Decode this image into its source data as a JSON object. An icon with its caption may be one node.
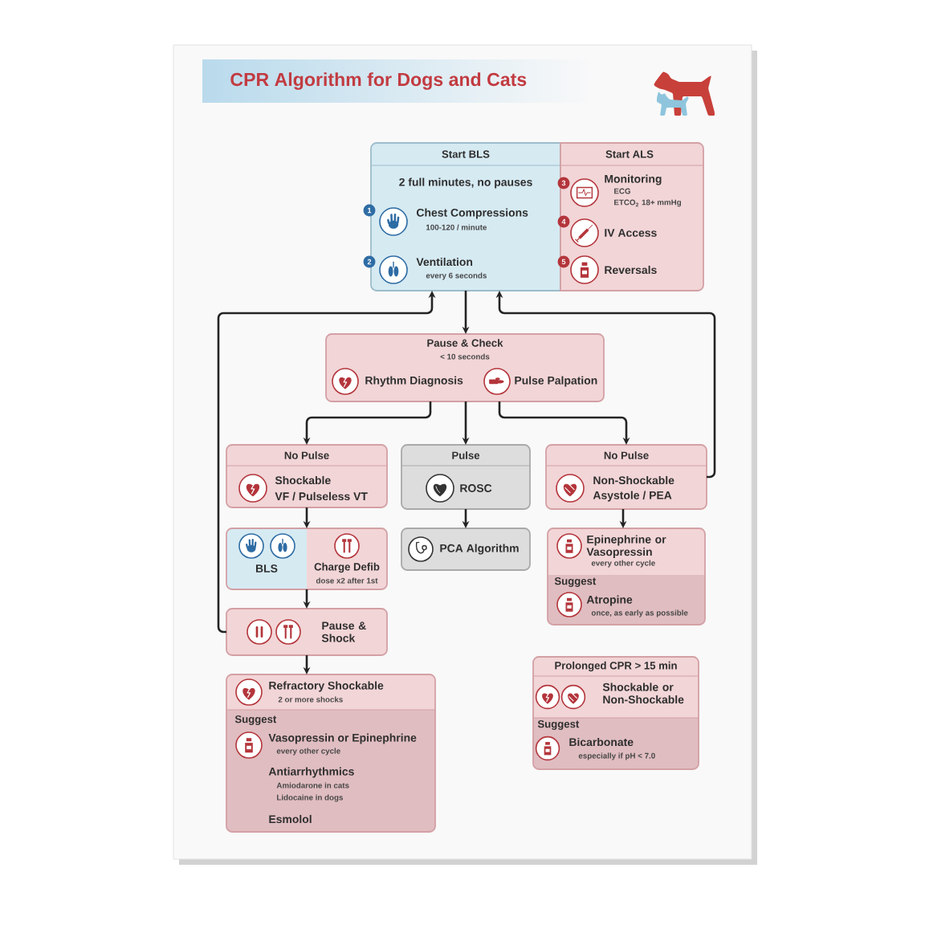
{
  "diagram": {
    "title": "CPR Algorithm for Dogs and Cats",
    "nodes": [
      {
        "text": [
          "Start BLS",
          "2 full minutes, no pauses",
          "Chest Compressions",
          "100-120 / minute",
          "Ventilation",
          "every 6 seconds"
        ],
        "beside": [
          "1",
          "2"
        ]
      },
      {
        "text": [
          "Start ALS",
          "3",
          "Monitoring",
          "ECG",
          "ETCO$_{2}$ 18+ mmHg",
          "4",
          "IV Access",
          "5",
          "Reversals"
        ]
      },
      {
        "text": [
          "Pause & Check",
          "< 10 seconds",
          "Rhythm Diagnosis",
          "Pulse Palpation"
        ]
      },
      {
        "text": [
          "No Pulse",
          "Shockable",
          "VF / Pulseless VT"
        ]
      },
      {
        "text": [
          "Pulse",
          "ROSC"
        ]
      },
      {
        "text": [
          "No Pulse",
          "Non-Shockable",
          "Asystole / PEA"
        ]
      },
      {
        "text": [
          "BLS",
          "Charge Defib",
          "dose x2 after 1st"
        ]
      },
      {
        "text": [
          "PCA Algorithm"
        ]
      },
      {
        "text": [
          "Epinephrine or Vasopressin",
          "every other cycle",
          "Suggest",
          "Atropine",
          "once, as early as possible"
        ]
      },
      {
        "text": [
          "Pause & Shock"
        ]
      },
      {
        "text": [
          "Refractory Shockable",
          "2 or more shocks",
          "Suggest",
          "Vasopressin or Epinephrine",
          "every other cycle",
          "Antiarrhythmics",
          "Amiodarone in cats",
          "Lidocaine in dogs",
          "Esmolol"
        ]
      },
      {
        "text": [
          "Prolonged CPR > 15 min",
          "Shockable or Non-Shockable",
          "Suggest",
          "Bicarbonate",
          "especially if pH < 7.0"
        ]
      }
    ],
    "edges": [
      {
        "from": 0,
        "to": 2,
        "arrow": "to"
      },
      {
        "from": 2,
        "to": 3,
        "arrow": "to"
      },
      {
        "from": 2,
        "to": 4,
        "arrow": "to"
      },
      {
        "from": 2,
        "to": 5,
        "arrow": "to"
      },
      {
        "from": 3,
        "to": 6,
        "arrow": "to"
      },
      {
        "from": 6,
        "to": 9,
        "arrow": "to"
      },
      {
        "from": 9,
        "to": 0,
        "arrow": "to"
      },
      {
        "from": 4,
        "to": 7,
        "arrow": "to"
      },
      {
        "from": 5,
        "to": 8,
        "arrow": "to"
      },
      {
        "from": 5,
        "to": 0,
        "arrow": "to"
      },
      {
        "from": 9,
        "to": 10,
        "arrow": "to"
      }
    ]
  }
}
